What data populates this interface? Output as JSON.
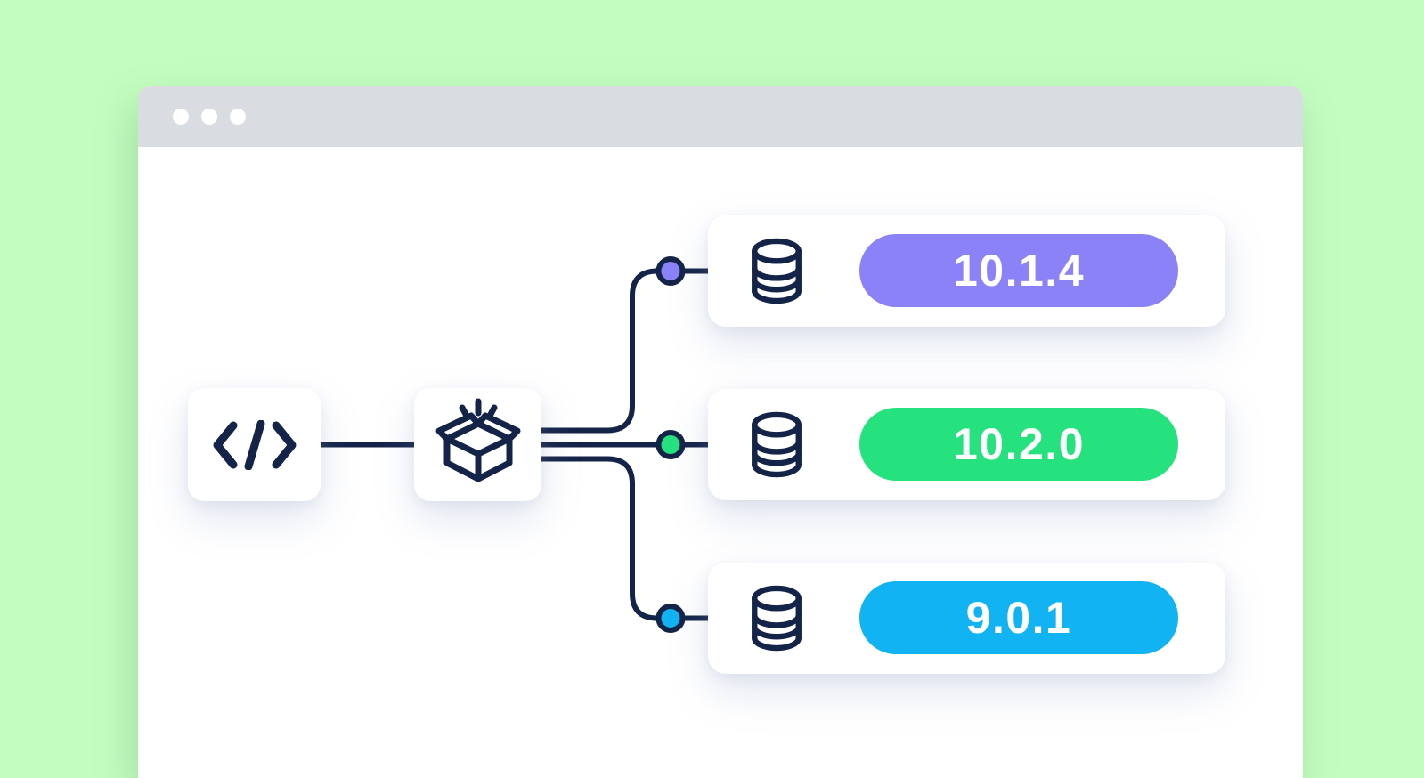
{
  "window": {
    "titlebar": {
      "dot_count": 3,
      "dot_color": "#ffffff",
      "bar_color": "#d9dce1"
    },
    "background": "#ffffff"
  },
  "diagram": {
    "line_color": "#142448",
    "icon_color": "#142448",
    "source_card": {
      "icon": "code-brackets"
    },
    "package_card": {
      "icon": "open-box-with-rays"
    },
    "versions": [
      {
        "label": "10.1.4",
        "color": "#8c82f8",
        "icon": "database"
      },
      {
        "label": "10.2.0",
        "color": "#25e27f",
        "icon": "database"
      },
      {
        "label": "9.0.1",
        "color": "#12b3f2",
        "icon": "database"
      }
    ]
  },
  "colors": {
    "page_background": "#c4fdc0",
    "card_background": "#ffffff"
  }
}
